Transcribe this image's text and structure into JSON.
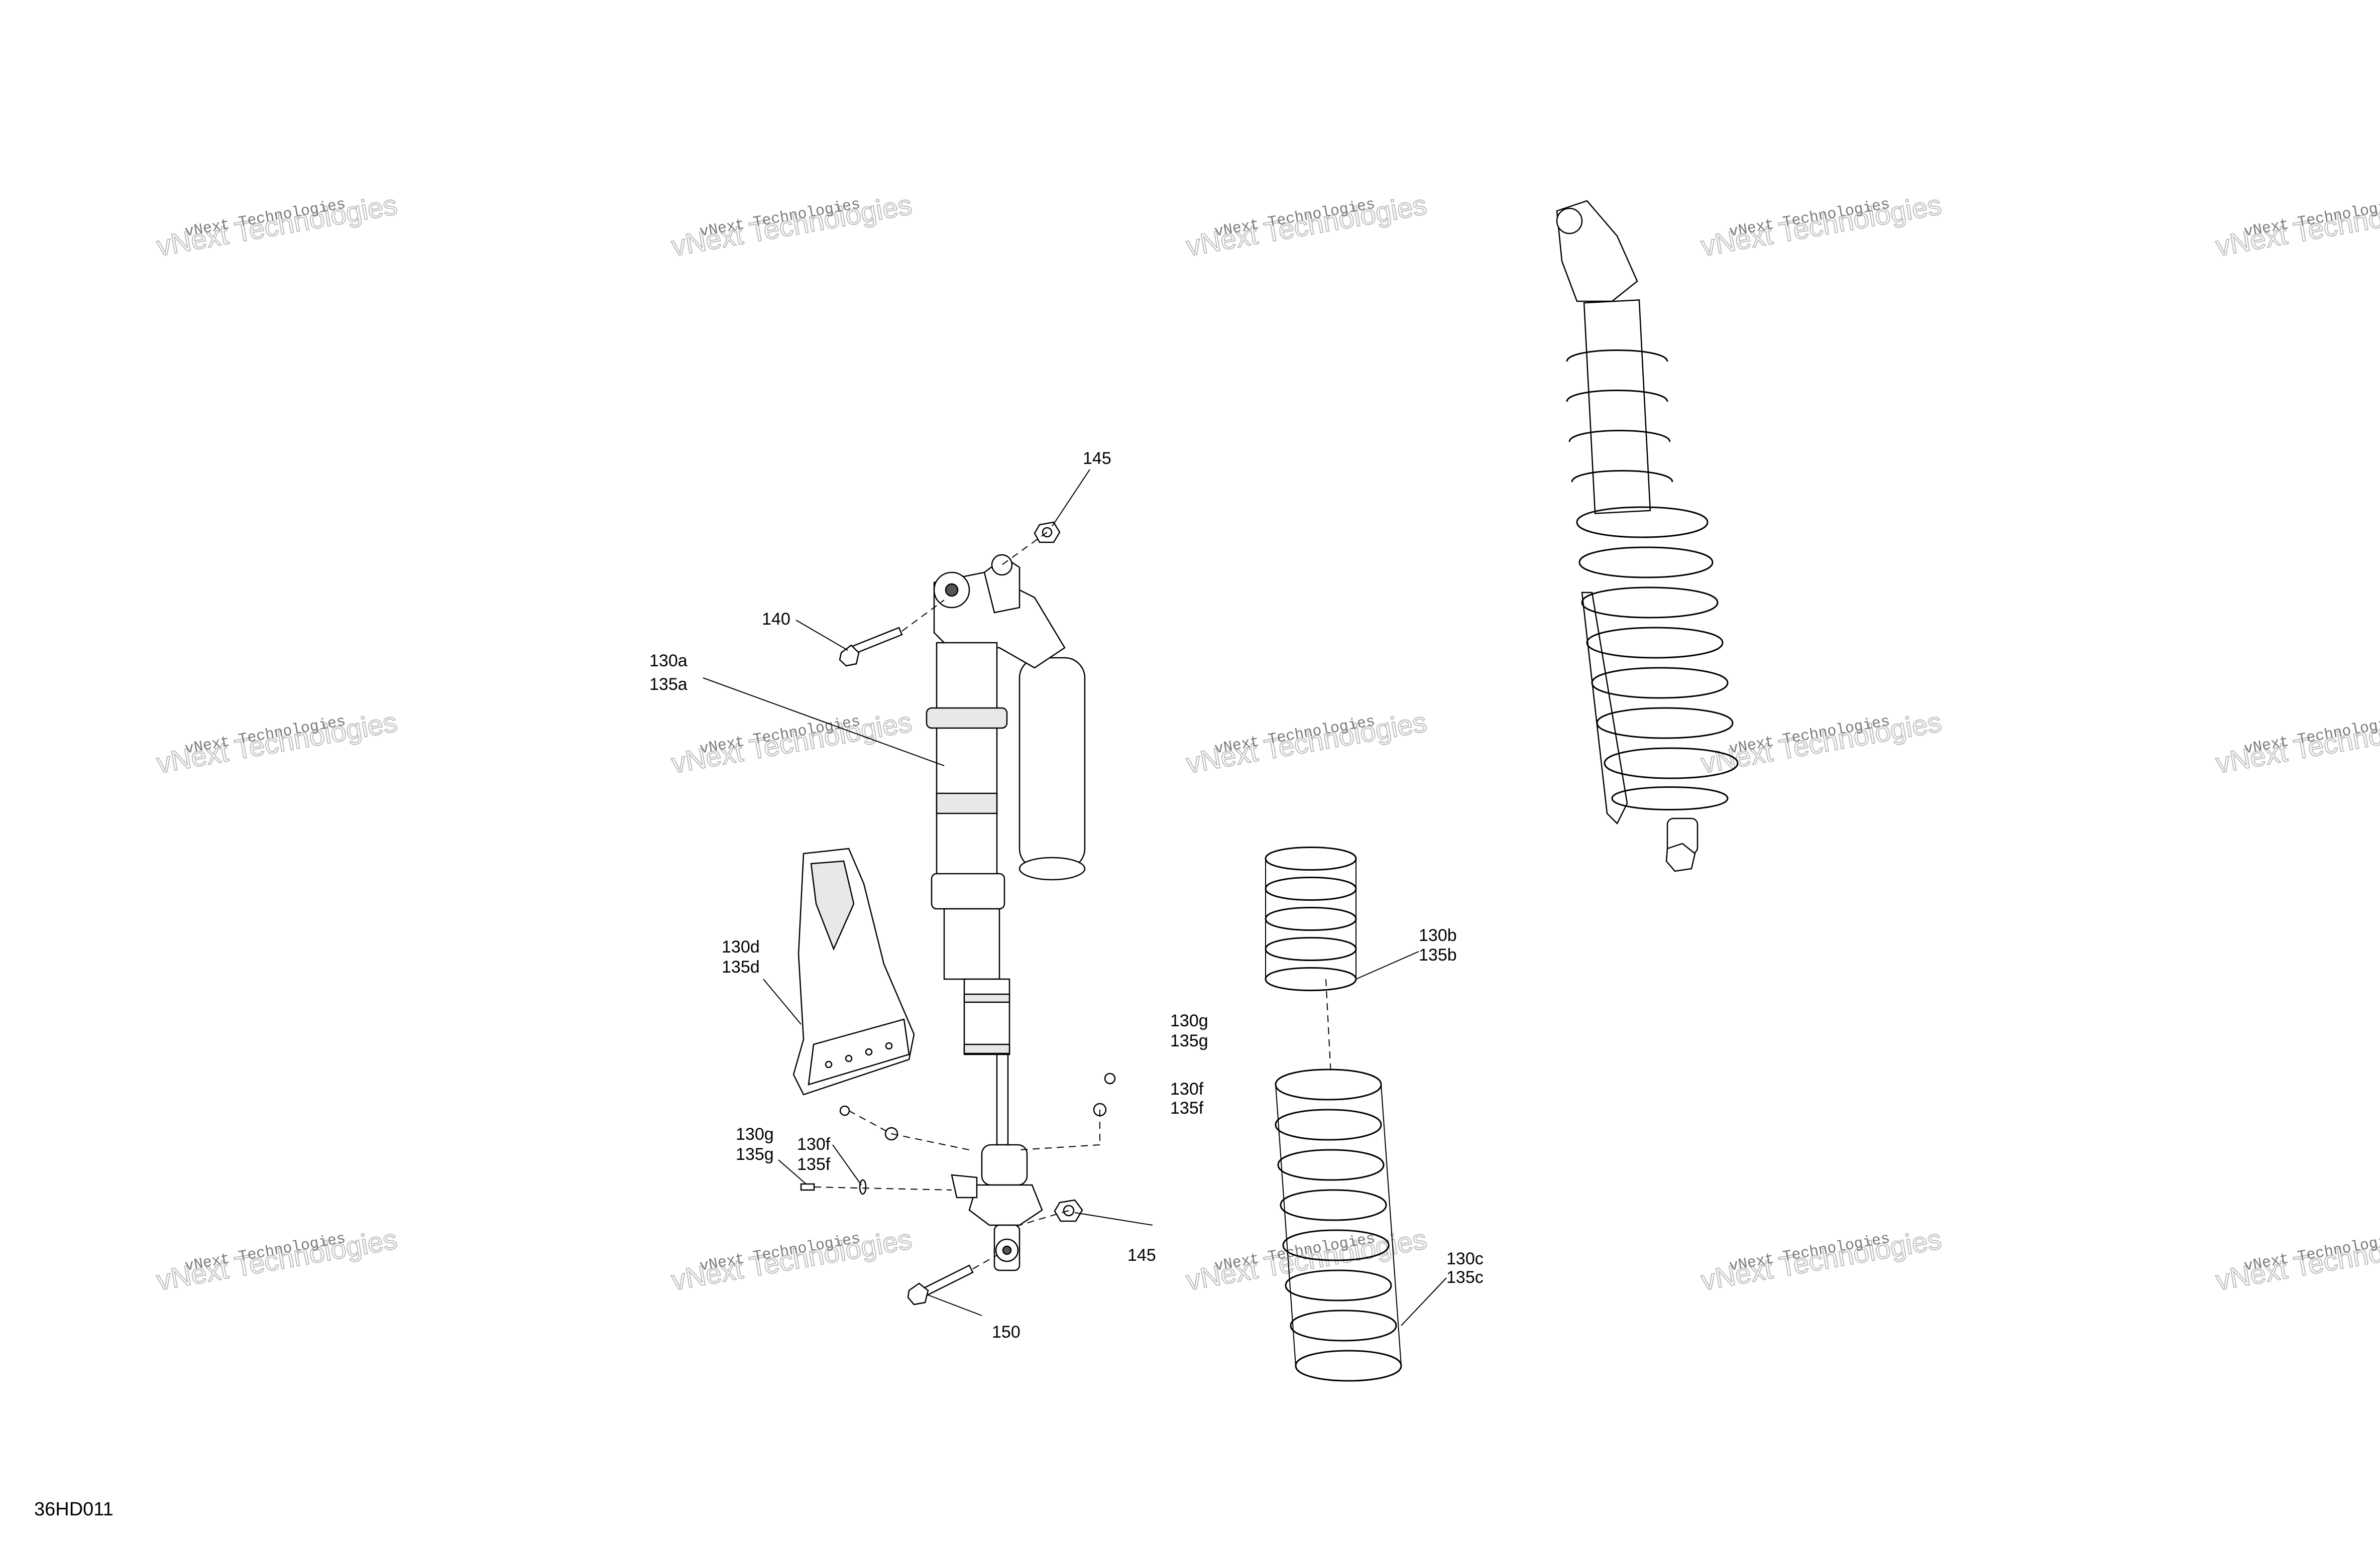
{
  "watermark": {
    "line1": "vNext Technologies",
    "line2": "vNext Technologies"
  },
  "callouts": {
    "c145_top": "145",
    "c140": "140",
    "c130a": "130a",
    "c135a": "135a",
    "c130d": "130d",
    "c135d": "135d",
    "c130g_right": "130g",
    "c135g_right": "135g",
    "c130f_right": "130f",
    "c135f_right": "135f",
    "c130g_left": "130g",
    "c135g_left": "135g",
    "c130f_left": "130f",
    "c135f_left": "135f",
    "c145_bottom": "145",
    "c150": "150",
    "c130b": "130b",
    "c135b": "135b",
    "c130c": "130c",
    "c135c": "135c"
  },
  "reference_code": "36HD011"
}
